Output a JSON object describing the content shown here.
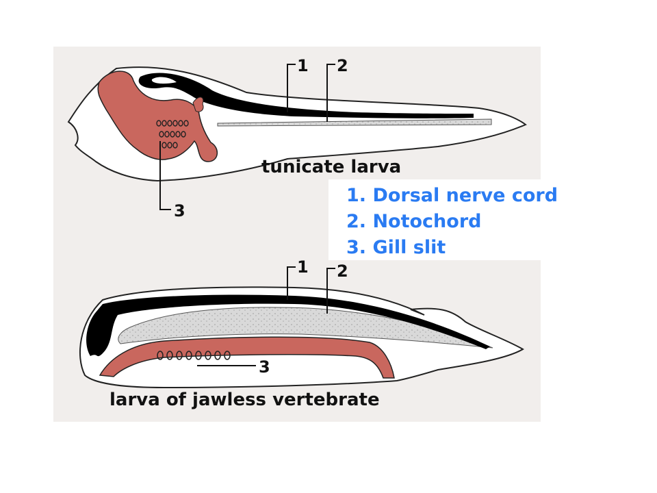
{
  "top_diagram": {
    "caption": "tunicate larva",
    "callouts": {
      "c1": "1",
      "c2": "2",
      "c3": "3"
    }
  },
  "bottom_diagram": {
    "caption": "larva of jawless vertebrate",
    "callouts": {
      "c1": "1",
      "c2": "2",
      "c3": "3"
    }
  },
  "legend": [
    {
      "text": "1. Dorsal nerve cord"
    },
    {
      "text": "2. Notochord"
    },
    {
      "text": "3. Gill slit"
    }
  ],
  "colors": {
    "nerve_cord": "#000000",
    "notochord": "#cfcfcf",
    "pharynx": "#c9675e",
    "legend_text": "#2a7bf2",
    "panel_bg": "#f1eeec"
  }
}
